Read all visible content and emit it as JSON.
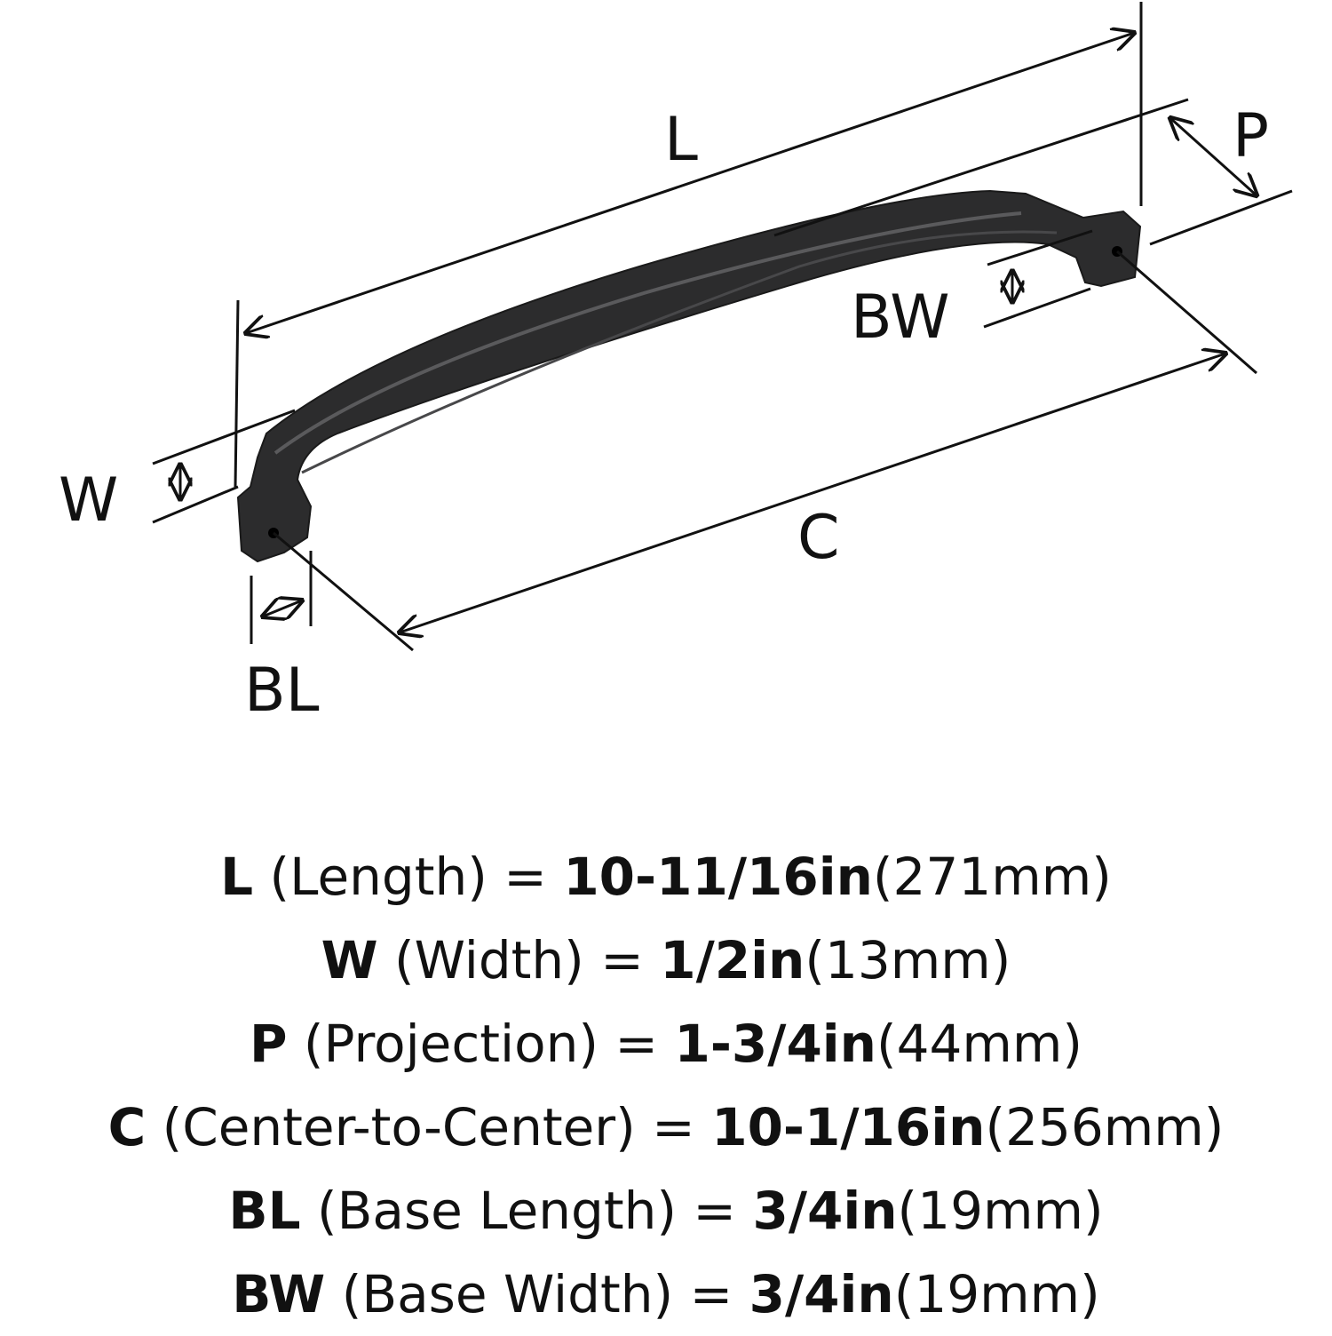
{
  "diagram": {
    "labels": {
      "L": "L",
      "P": "P",
      "BW": "BW",
      "W": "W",
      "C": "C",
      "BL": "BL"
    }
  },
  "specs": [
    {
      "symbol": "L",
      "name": "(Length)",
      "eq": "=",
      "imperial": "10-11/16in",
      "metric": "(271mm)"
    },
    {
      "symbol": "W",
      "name": "(Width)",
      "eq": "=",
      "imperial": "1/2in",
      "metric": "(13mm)"
    },
    {
      "symbol": "P",
      "name": "(Projection)",
      "eq": "=",
      "imperial": "1-3/4in",
      "metric": "(44mm)"
    },
    {
      "symbol": "C",
      "name": "(Center-to-Center)",
      "eq": "=",
      "imperial": "10-1/16in",
      "metric": "(256mm)"
    },
    {
      "symbol": "BL",
      "name": "(Base Length)",
      "eq": "=",
      "imperial": "3/4in",
      "metric": "(19mm)"
    },
    {
      "symbol": "BW",
      "name": "(Base Width)",
      "eq": "=",
      "imperial": "3/4in",
      "metric": "(19mm)"
    }
  ]
}
